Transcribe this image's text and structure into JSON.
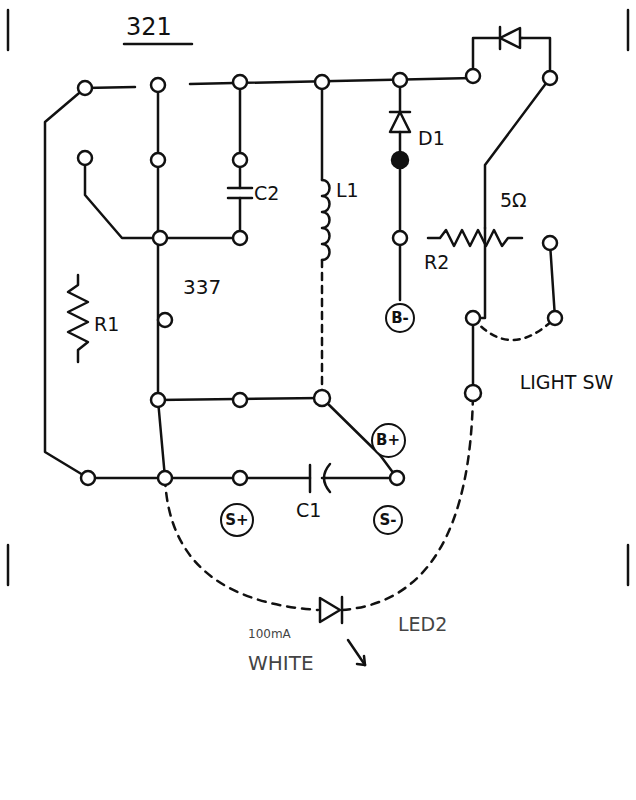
{
  "diagram": {
    "nodes": [
      {
        "text": [
          "B-"
        ]
      },
      {
        "text": [
          "B+"
        ]
      },
      {
        "text": [
          "S+"
        ]
      },
      {
        "text": [
          "S-"
        ]
      }
    ],
    "labels": [
      "321",
      "337",
      "C2",
      "L1",
      "D1",
      "5Ω",
      "R2",
      "R1",
      "LIGHT SW",
      "C1",
      "100mA",
      "WHITE",
      "LED2"
    ]
  }
}
